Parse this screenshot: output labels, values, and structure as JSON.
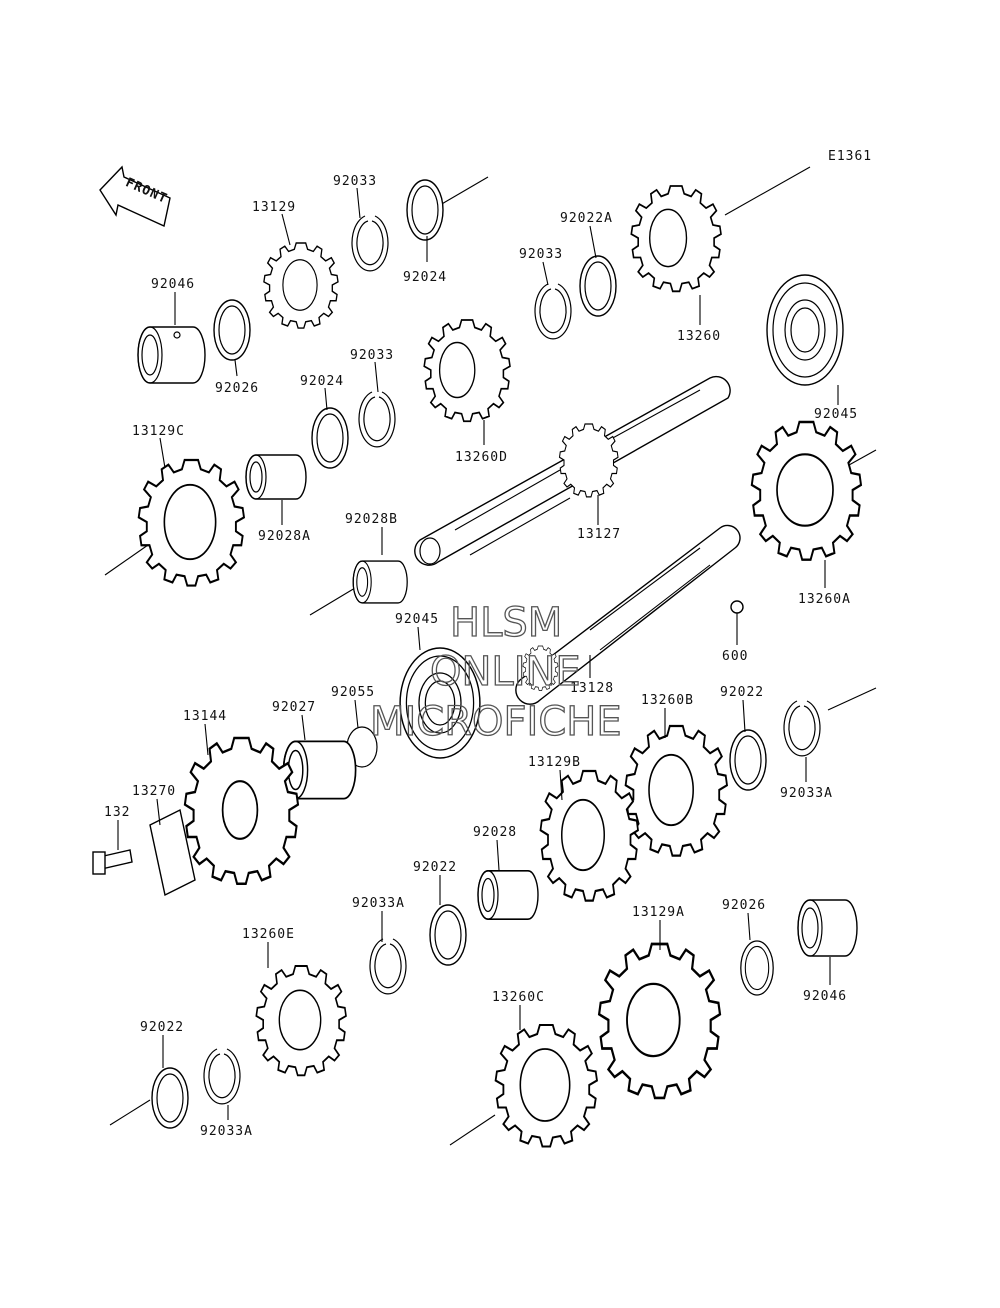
{
  "diagram_code": "E1361",
  "front_label": "FRONT",
  "watermark": {
    "line1": "HLSM",
    "line2": "ONLINE",
    "line3": "MICROFICHE"
  },
  "labels": [
    {
      "id": "13129",
      "text": "13129"
    },
    {
      "id": "92033-top",
      "text": "92033"
    },
    {
      "id": "92024-top",
      "text": "92024"
    },
    {
      "id": "92046-top",
      "text": "92046"
    },
    {
      "id": "92026-top",
      "text": "92026"
    },
    {
      "id": "92022A",
      "text": "92022A"
    },
    {
      "id": "92033-mid",
      "text": "92033"
    },
    {
      "id": "13260",
      "text": "13260"
    },
    {
      "id": "92033-b",
      "text": "92033"
    },
    {
      "id": "92024-b",
      "text": "92024"
    },
    {
      "id": "13260D",
      "text": "13260D"
    },
    {
      "id": "92045-top",
      "text": "92045"
    },
    {
      "id": "13129C",
      "text": "13129C"
    },
    {
      "id": "92028A",
      "text": "92028A"
    },
    {
      "id": "92028B",
      "text": "92028B"
    },
    {
      "id": "13127",
      "text": "13127"
    },
    {
      "id": "13260A",
      "text": "13260A"
    },
    {
      "id": "92045-mid",
      "text": "92045"
    },
    {
      "id": "600",
      "text": "600"
    },
    {
      "id": "13128",
      "text": "13128"
    },
    {
      "id": "13144",
      "text": "13144"
    },
    {
      "id": "92027",
      "text": "92027"
    },
    {
      "id": "92055",
      "text": "92055"
    },
    {
      "id": "13260B",
      "text": "13260B"
    },
    {
      "id": "92022-r",
      "text": "92022"
    },
    {
      "id": "92033A-r",
      "text": "92033A"
    },
    {
      "id": "13270",
      "text": "13270"
    },
    {
      "id": "132",
      "text": "132"
    },
    {
      "id": "13129B",
      "text": "13129B"
    },
    {
      "id": "92028",
      "text": "92028"
    },
    {
      "id": "92022-m",
      "text": "92022"
    },
    {
      "id": "92033A-m",
      "text": "92033A"
    },
    {
      "id": "13260E",
      "text": "13260E"
    },
    {
      "id": "13129A",
      "text": "13129A"
    },
    {
      "id": "92026-b",
      "text": "92026"
    },
    {
      "id": "92046-b",
      "text": "92046"
    },
    {
      "id": "13260C",
      "text": "13260C"
    },
    {
      "id": "92022-l",
      "text": "92022"
    },
    {
      "id": "92033A-l",
      "text": "92033A"
    }
  ]
}
